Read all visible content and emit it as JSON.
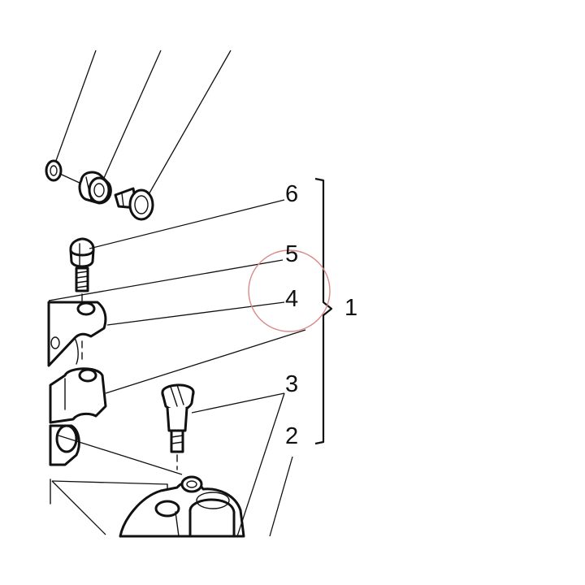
{
  "callouts": {
    "n1": "1",
    "n2": "2",
    "n3": "3",
    "n4": "4",
    "n5": "5",
    "n6": "6"
  },
  "colors": {
    "line": "#111111",
    "highlight_circle": "#d98a8a",
    "background": "#ffffff"
  }
}
